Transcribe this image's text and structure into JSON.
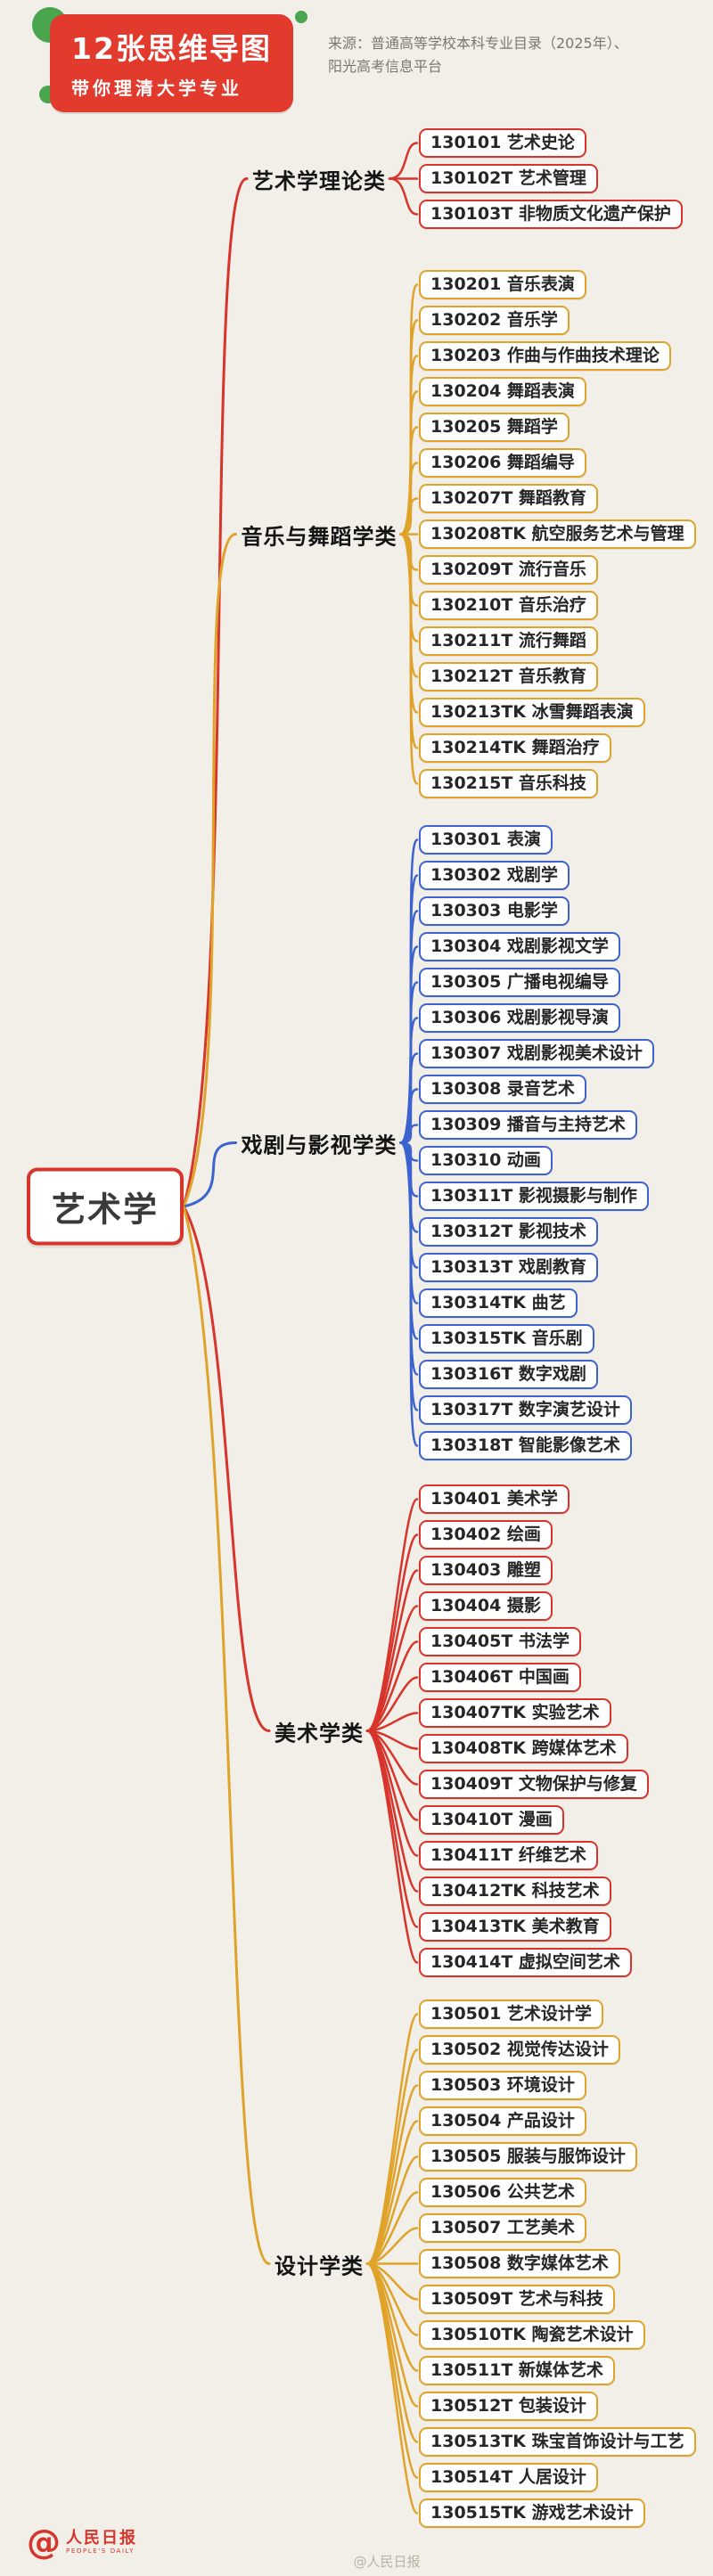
{
  "header": {
    "badge_title": "12张思维导图",
    "badge_subtitle": "带你理清大学专业",
    "source_line1": "来源：普通高等学校本科专业目录（2025年）、",
    "source_line2": "阳光高考信息平台"
  },
  "root": {
    "label": "艺术学",
    "color": "#d7342c"
  },
  "branches": [
    {
      "label": "艺术学理论类",
      "color": "#d7342c",
      "items": [
        "130101 艺术史论",
        "130102T 艺术管理",
        "130103T 非物质文化遗产保护"
      ]
    },
    {
      "label": "音乐与舞蹈学类",
      "color": "#dfa32b",
      "items": [
        "130201 音乐表演",
        "130202 音乐学",
        "130203 作曲与作曲技术理论",
        "130204 舞蹈表演",
        "130205 舞蹈学",
        "130206 舞蹈编导",
        "130207T 舞蹈教育",
        "130208TK 航空服务艺术与管理",
        "130209T 流行音乐",
        "130210T 音乐治疗",
        "130211T 流行舞蹈",
        "130212T 音乐教育",
        "130213TK 冰雪舞蹈表演",
        "130214TK 舞蹈治疗",
        "130215T 音乐科技"
      ]
    },
    {
      "label": "戏剧与影视学类",
      "color": "#3d63cf",
      "items": [
        "130301 表演",
        "130302 戏剧学",
        "130303 电影学",
        "130304 戏剧影视文学",
        "130305 广播电视编导",
        "130306 戏剧影视导演",
        "130307 戏剧影视美术设计",
        "130308 录音艺术",
        "130309 播音与主持艺术",
        "130310 动画",
        "130311T 影视摄影与制作",
        "130312T 影视技术",
        "130313T 戏剧教育",
        "130314TK 曲艺",
        "130315TK 音乐剧",
        "130316T 数字戏剧",
        "130317T 数字演艺设计",
        "130318T 智能影像艺术"
      ]
    },
    {
      "label": "美术学类",
      "color": "#d7342c",
      "items": [
        "130401 美术学",
        "130402 绘画",
        "130403 雕塑",
        "130404 摄影",
        "130405T 书法学",
        "130406T 中国画",
        "130407TK 实验艺术",
        "130408TK 跨媒体艺术",
        "130409T 文物保护与修复",
        "130410T 漫画",
        "130411T 纤维艺术",
        "130412TK 科技艺术",
        "130413TK 美术教育",
        "130414T 虚拟空间艺术"
      ]
    },
    {
      "label": "设计学类",
      "color": "#dfa32b",
      "items": [
        "130501 艺术设计学",
        "130502 视觉传达设计",
        "130503 环境设计",
        "130504 产品设计",
        "130505 服装与服饰设计",
        "130506 公共艺术",
        "130507 工艺美术",
        "130508 数字媒体艺术",
        "130509T 艺术与科技",
        "130510TK 陶瓷艺术设计",
        "130511T 新媒体艺术",
        "130512T 包装设计",
        "130513TK 珠宝首饰设计与工艺",
        "130514T 人居设计",
        "130515TK 游戏艺术设计"
      ]
    }
  ],
  "footer": {
    "logo_at": "@",
    "logo_cn": "人民日报",
    "logo_en": "PEOPLE'S DAILY",
    "watermark": "@人民日报"
  },
  "colors": {
    "background": "#f2efe8",
    "badge_red": "#e23a2d",
    "decor_green": "#4aa54f"
  }
}
